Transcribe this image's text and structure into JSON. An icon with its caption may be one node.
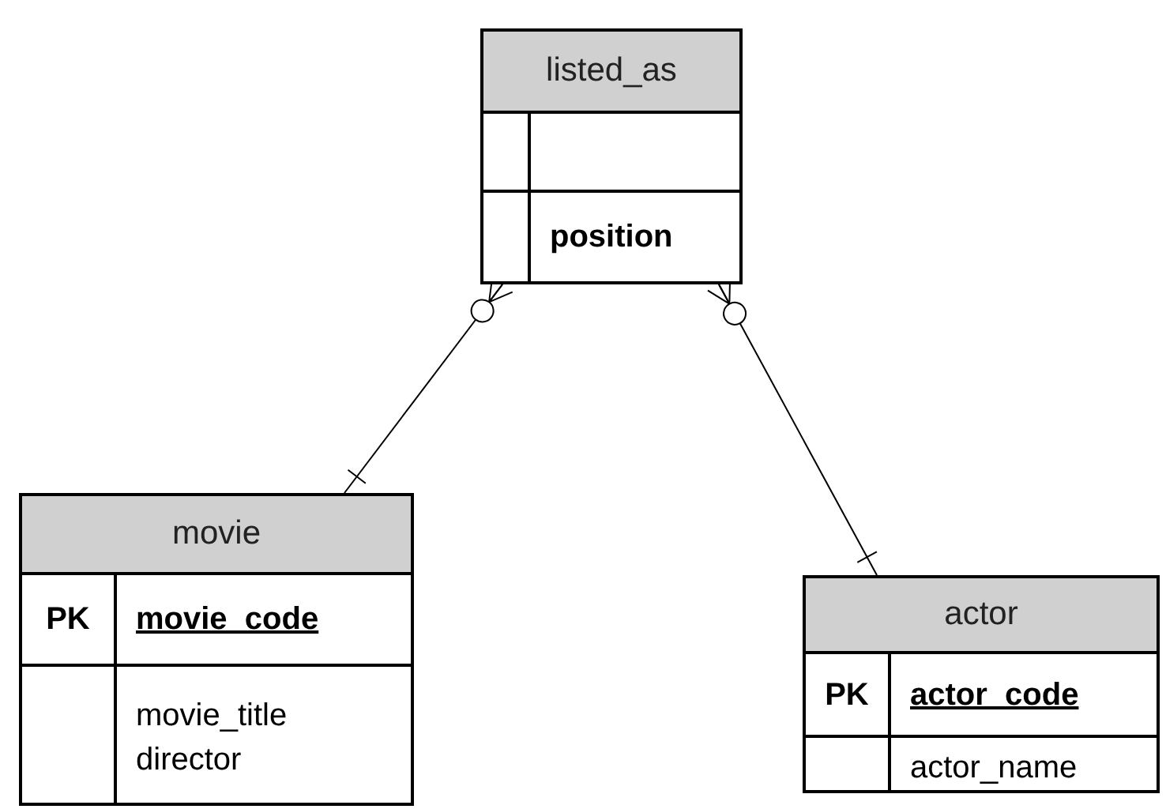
{
  "diagram": {
    "nodes": [
      {
        "text": [
          "listed_as"
        ]
      },
      {
        "text": [],
        "shape": "box",
        "in": 0
      },
      {
        "text": [
          "position"
        ],
        "in": 0
      },
      {
        "text": [
          "movie"
        ]
      },
      {
        "text": [
          "PK",
          "movie_code"
        ],
        "in": 3
      },
      {
        "text": [
          "movie_title director"
        ],
        "in": 3
      },
      {
        "text": [
          "actor"
        ]
      },
      {
        "text": [
          "PK",
          "actor_code"
        ],
        "in": 6
      },
      {
        "text": [
          "actor_name"
        ],
        "in": 6
      }
    ],
    "edges": [
      {
        "from": 0,
        "to": 3,
        "arrow": "other"
      },
      {
        "from": 0,
        "to": 6,
        "arrow": "other"
      }
    ]
  }
}
